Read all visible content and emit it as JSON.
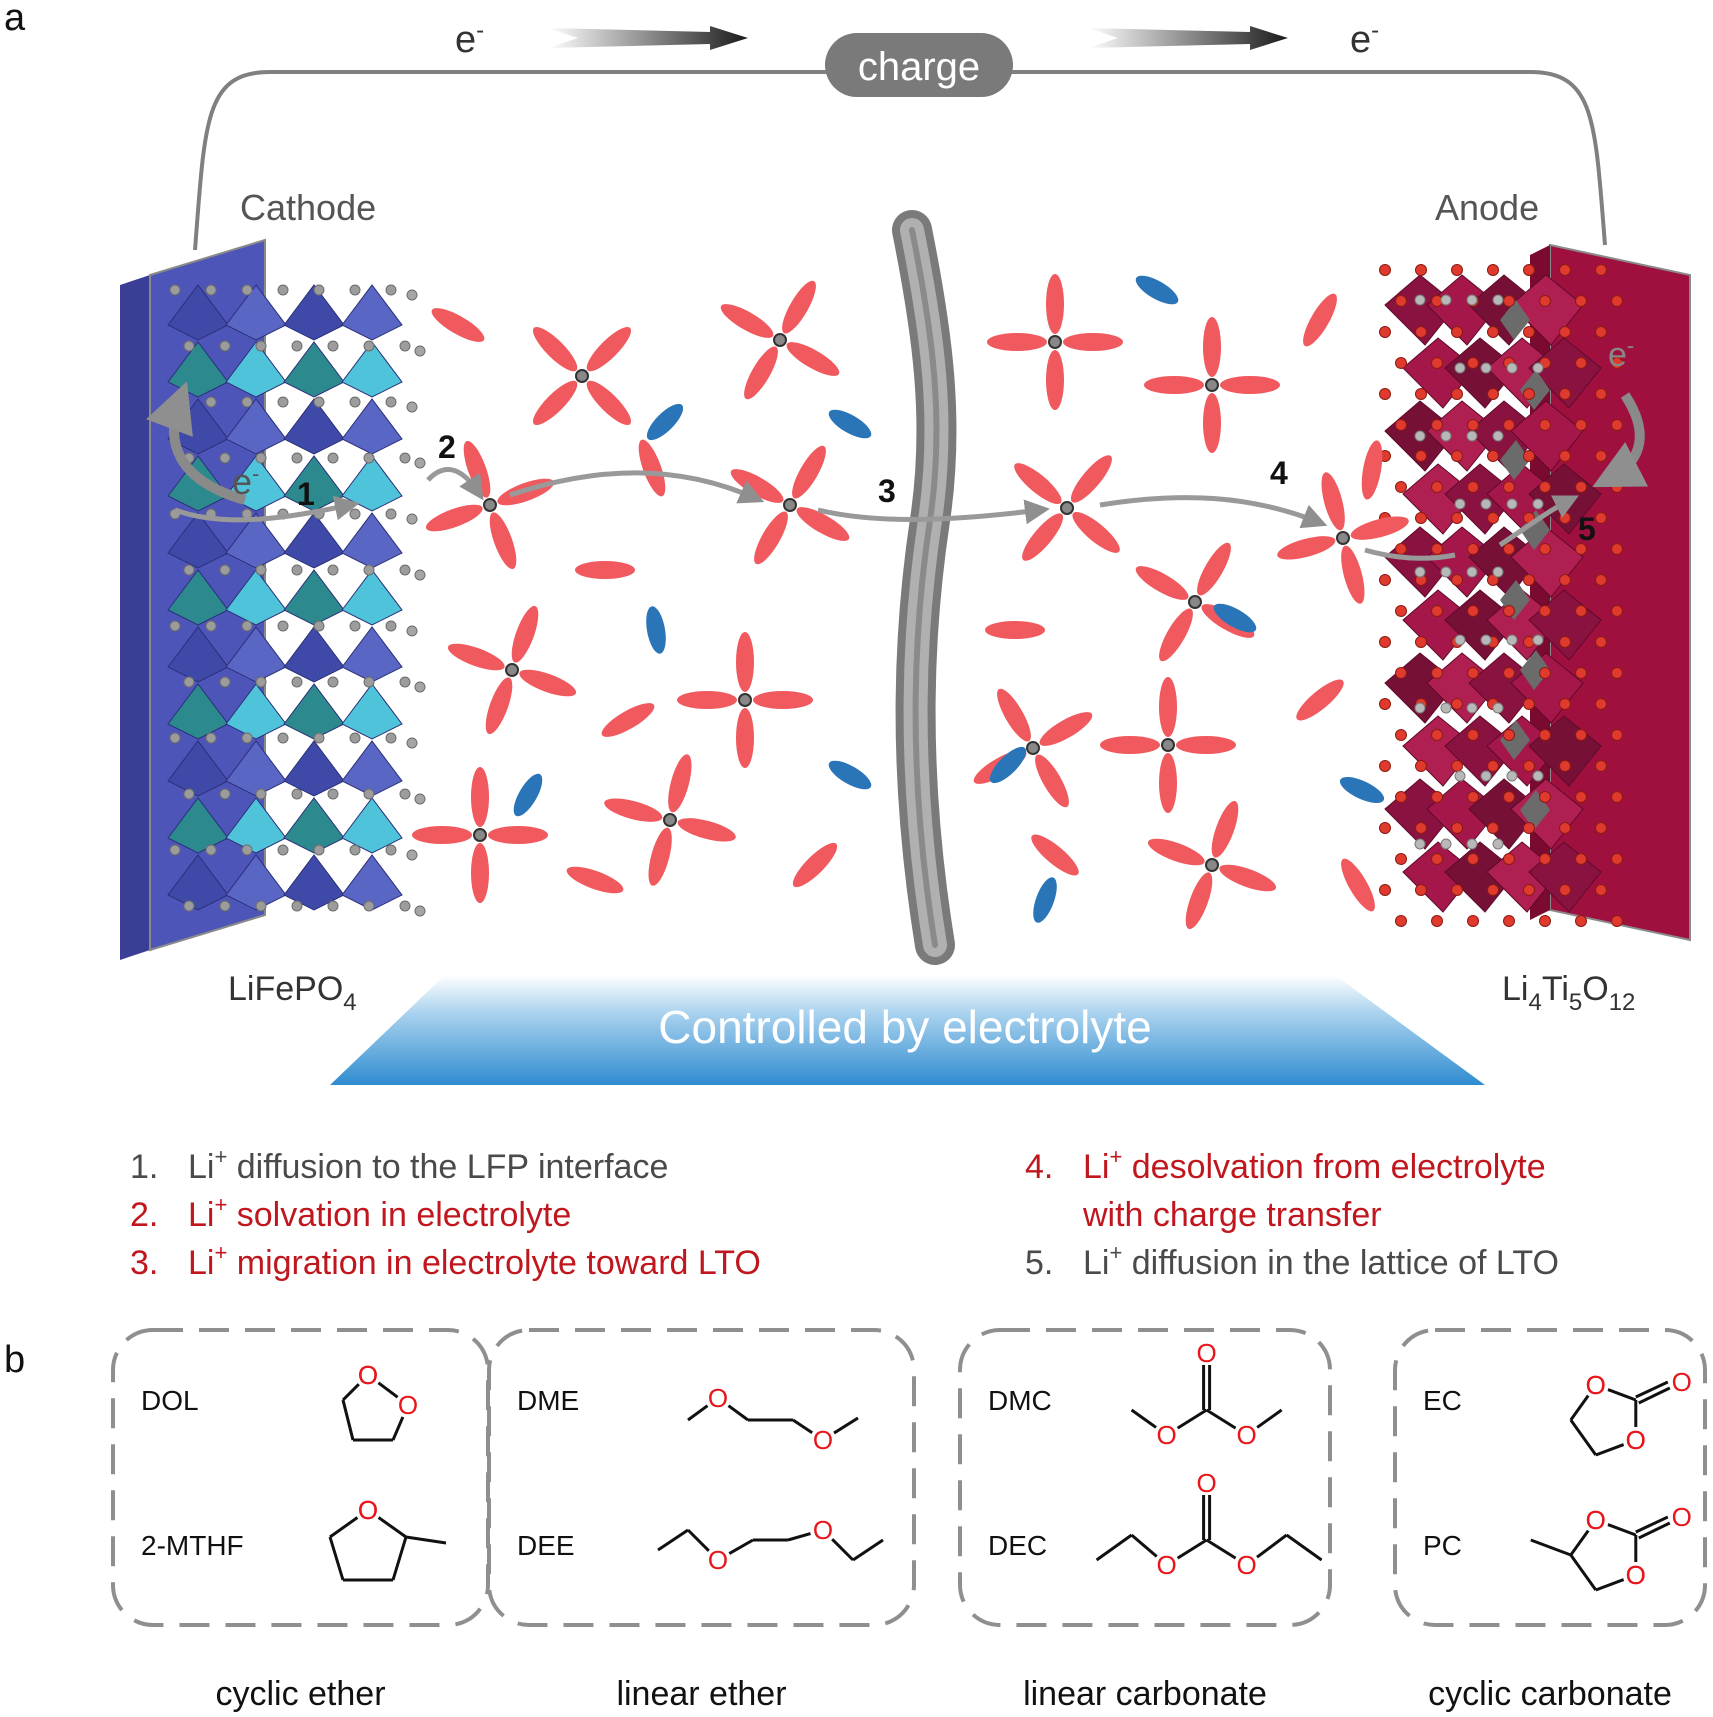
{
  "panel_a": {
    "label": "a",
    "circuit": {
      "electron_left": "e",
      "electron_right": "e",
      "electron_sup": "-",
      "charge_label": "charge"
    },
    "cathode": {
      "name": "Cathode",
      "material": "LiFePO",
      "material_sub": "4",
      "color": "#4d55b8"
    },
    "anode": {
      "name": "Anode",
      "material_parts": [
        "Li",
        "4",
        "Ti",
        "5",
        "O",
        "12"
      ],
      "color": "#a0103f"
    },
    "step_markers": [
      "1",
      "2",
      "3",
      "4",
      "5"
    ],
    "electron_cathode": "e",
    "electron_anode": "e",
    "electron_sup": "-",
    "banner": "Controlled by electrolyte",
    "colors": {
      "solvent": "#f0595e",
      "anion": "#2a74b8",
      "li_ion": "#666666",
      "separator": "#8c8c8c"
    },
    "steps": [
      {
        "num": "1.",
        "pre": "Li",
        "sup": "+",
        "text": " diffusion to the LFP interface",
        "color": "#4a4a4a"
      },
      {
        "num": "2.",
        "pre": "Li",
        "sup": "+",
        "text": " solvation in electrolyte",
        "color": "#c0161d"
      },
      {
        "num": "3.",
        "pre": "Li",
        "sup": "+",
        "text": " migration in electrolyte toward LTO",
        "color": "#c0161d"
      },
      {
        "num": "4.",
        "pre": "Li",
        "sup": "+",
        "text": " desolvation from electrolyte",
        "line2": "with charge transfer",
        "color": "#c0161d"
      },
      {
        "num": "5.",
        "pre": "Li",
        "sup": "+",
        "text": " diffusion in the lattice of LTO",
        "color": "#4a4a4a"
      }
    ]
  },
  "panel_b": {
    "label": "b",
    "oxygen_label": "O",
    "groups": [
      {
        "caption": "cyclic ether",
        "molecules": [
          "DOL",
          "2-MTHF"
        ]
      },
      {
        "caption": "linear ether",
        "molecules": [
          "DME",
          "DEE"
        ]
      },
      {
        "caption": "linear carbonate",
        "molecules": [
          "DMC",
          "DEC"
        ]
      },
      {
        "caption": "cyclic carbonate",
        "molecules": [
          "EC",
          "PC"
        ]
      }
    ],
    "colors": {
      "oxygen": "#e8161b",
      "bond": "#111111",
      "frame": "#8f8f8f"
    }
  }
}
